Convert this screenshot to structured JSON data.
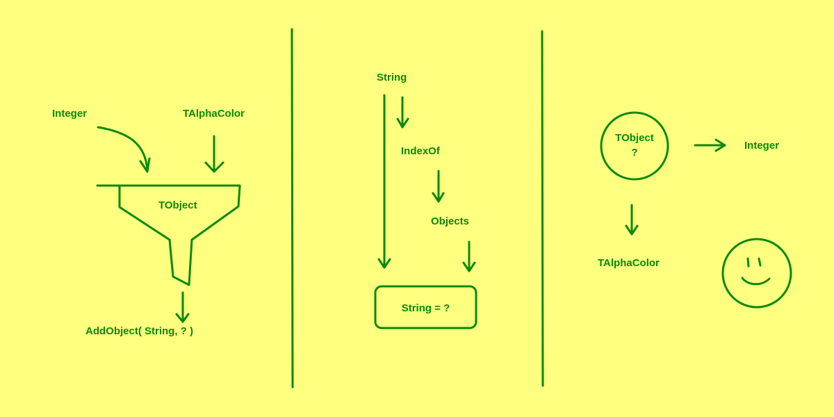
{
  "colors": {
    "background": "#ffff80",
    "ink": "#078a07"
  },
  "panel_left": {
    "input_integer": "Integer",
    "input_color": "TAlphaColor",
    "funnel_label": "TObject",
    "output_label": "AddObject( String, ? )"
  },
  "panel_middle": {
    "start_label": "String",
    "step1_label": "IndexOf",
    "step2_label": "Objects",
    "result_label": "String = ?"
  },
  "panel_right": {
    "circle_line1": "TObject",
    "circle_line2": "?",
    "right_target": "Integer",
    "down_target": "TAlphaColor",
    "smiley_icon": "smiley-face-icon"
  }
}
